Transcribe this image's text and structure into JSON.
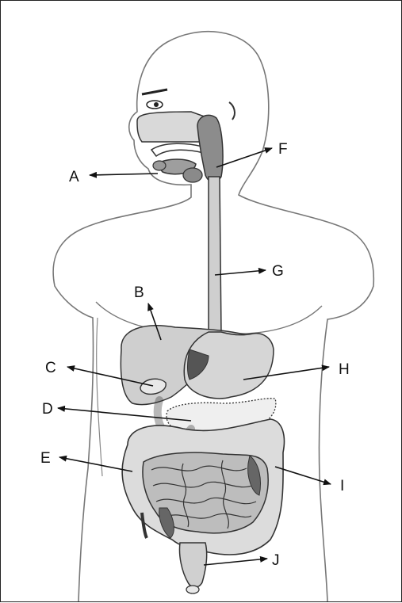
{
  "diagram": {
    "labels": {
      "A": "A",
      "B": "B",
      "C": "C",
      "D": "D",
      "E": "E",
      "F": "F",
      "G": "G",
      "H": "H",
      "I": "I",
      "J": "J"
    }
  }
}
